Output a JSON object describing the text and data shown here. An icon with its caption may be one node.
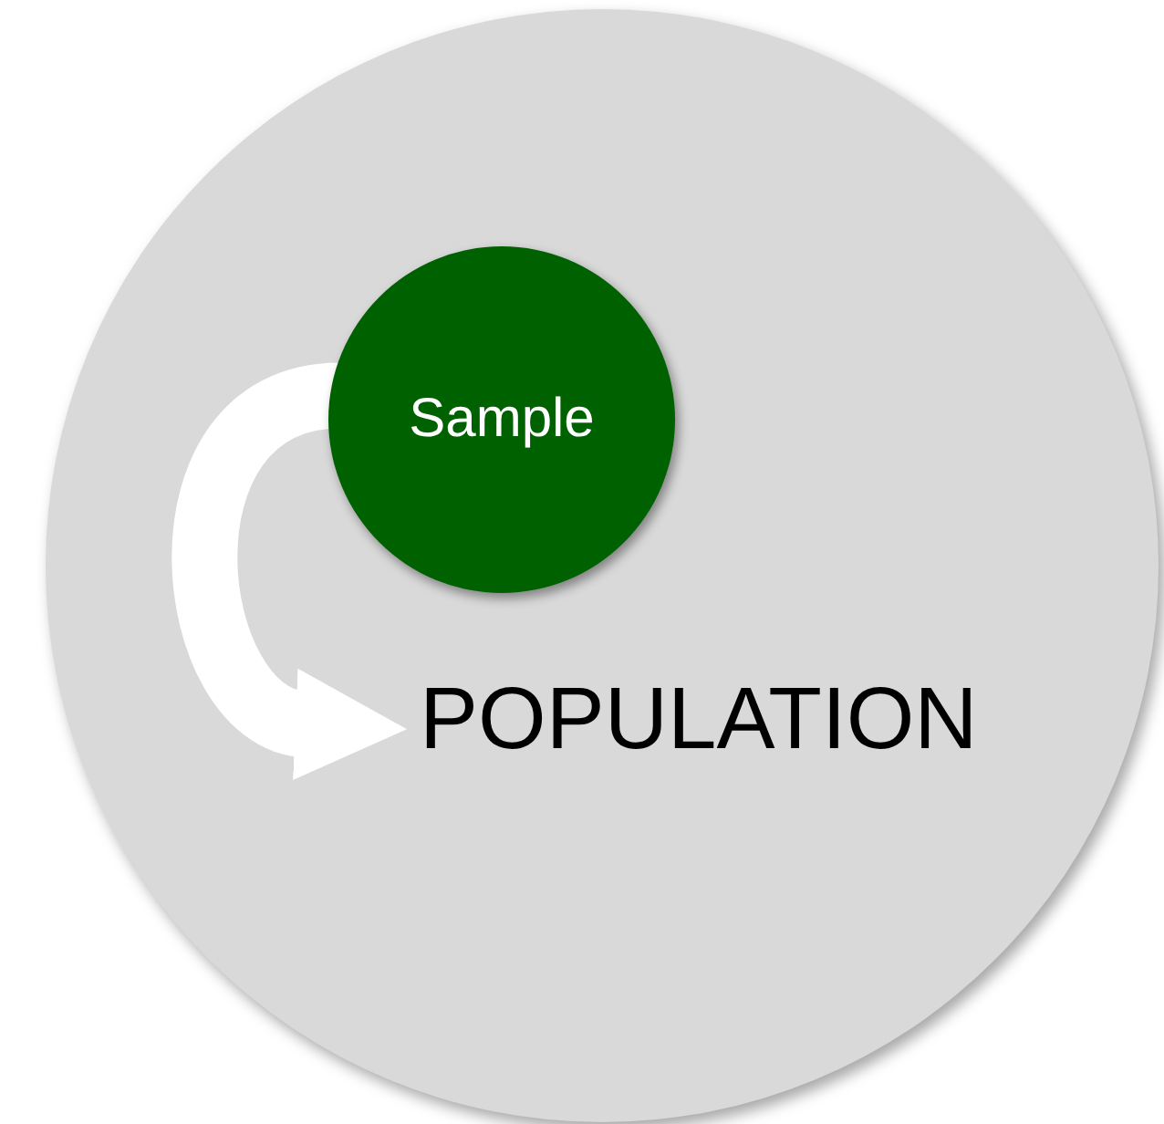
{
  "diagram": {
    "nodes": [
      {
        "text": [],
        "shape": "circle"
      },
      {
        "text": [
          "Sample"
        ],
        "in": 0
      },
      {
        "text": [
          "POPULATION"
        ],
        "in": 0
      }
    ],
    "edges": [
      {
        "from": 1,
        "to": 2,
        "arrow": "to"
      }
    ]
  }
}
